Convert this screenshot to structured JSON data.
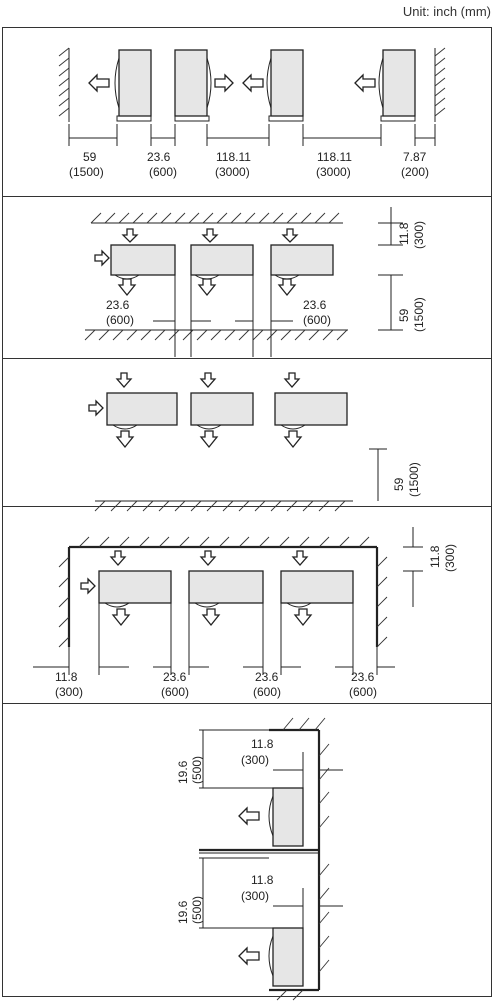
{
  "unit_label": "Unit: inch (mm)",
  "diagram1": {
    "dims": [
      {
        "v": "59",
        "mm": "(1500)"
      },
      {
        "v": "23.6",
        "mm": "(600)"
      },
      {
        "v": "118.11",
        "mm": "(3000)"
      },
      {
        "v": "118.11",
        "mm": "(3000)"
      },
      {
        "v": "7.87",
        "mm": "(200)"
      }
    ]
  },
  "diagram2": {
    "top": {
      "v": "11.8",
      "mm": "(300)"
    },
    "right": {
      "v": "59",
      "mm": "(1500)"
    },
    "left": {
      "v": "23.6",
      "mm": "(600)"
    },
    "mid": {
      "v": "23.6",
      "mm": "(600)"
    }
  },
  "diagram3": {
    "right": {
      "v": "59",
      "mm": "(1500)"
    }
  },
  "diagram4": {
    "top": {
      "v": "11.8",
      "mm": "(300)"
    },
    "dims": [
      {
        "v": "11.8",
        "mm": "(300)"
      },
      {
        "v": "23.6",
        "mm": "(600)"
      },
      {
        "v": "23.6",
        "mm": "(600)"
      },
      {
        "v": "23.6",
        "mm": "(600)"
      }
    ]
  },
  "diagram5": {
    "upper_vert": {
      "v": "19.6",
      "mm": "(500)"
    },
    "upper_horz": {
      "v": "11.8",
      "mm": "(300)"
    },
    "lower_vert": {
      "v": "19.6",
      "mm": "(500)"
    },
    "lower_horz": {
      "v": "11.8",
      "mm": "(300)"
    }
  }
}
